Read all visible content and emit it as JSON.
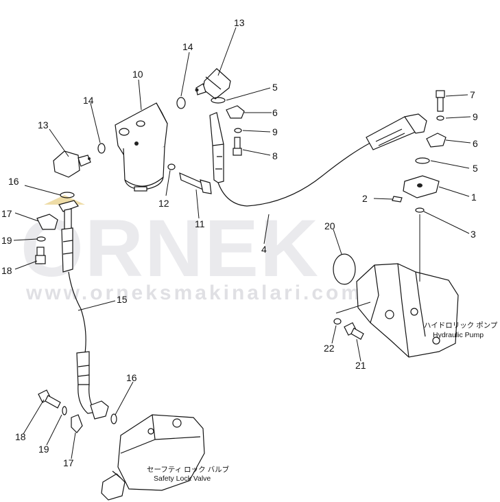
{
  "watermark": {
    "brand": "ORNEK",
    "url": "www.orneksmakinalari.com.tr",
    "color": "#d9d9de",
    "accent": "#e3c46a"
  },
  "parts": {
    "p1": "1",
    "p2": "2",
    "p3": "3",
    "p4": "4",
    "p5a": "5",
    "p5b": "5",
    "p6a": "6",
    "p6b": "6",
    "p7": "7",
    "p8": "8",
    "p9a": "9",
    "p9b": "9",
    "p10": "10",
    "p11": "11",
    "p12": "12",
    "p13a": "13",
    "p13b": "13",
    "p14a": "14",
    "p14b": "14",
    "p15": "15",
    "p16a": "16",
    "p16b": "16",
    "p17a": "17",
    "p17b": "17",
    "p18a": "18",
    "p18b": "18",
    "p19a": "19",
    "p19b": "19",
    "p20": "20",
    "p21": "21",
    "p22": "22"
  },
  "components": {
    "hydraulic_pump_jp": "ハイドロリック ポンプ",
    "hydraulic_pump_en": "Hydraulic Pump",
    "safety_lock_valve_jp": "セーフティ ロック バルブ",
    "safety_lock_valve_en": "Safety Lock Valve"
  }
}
